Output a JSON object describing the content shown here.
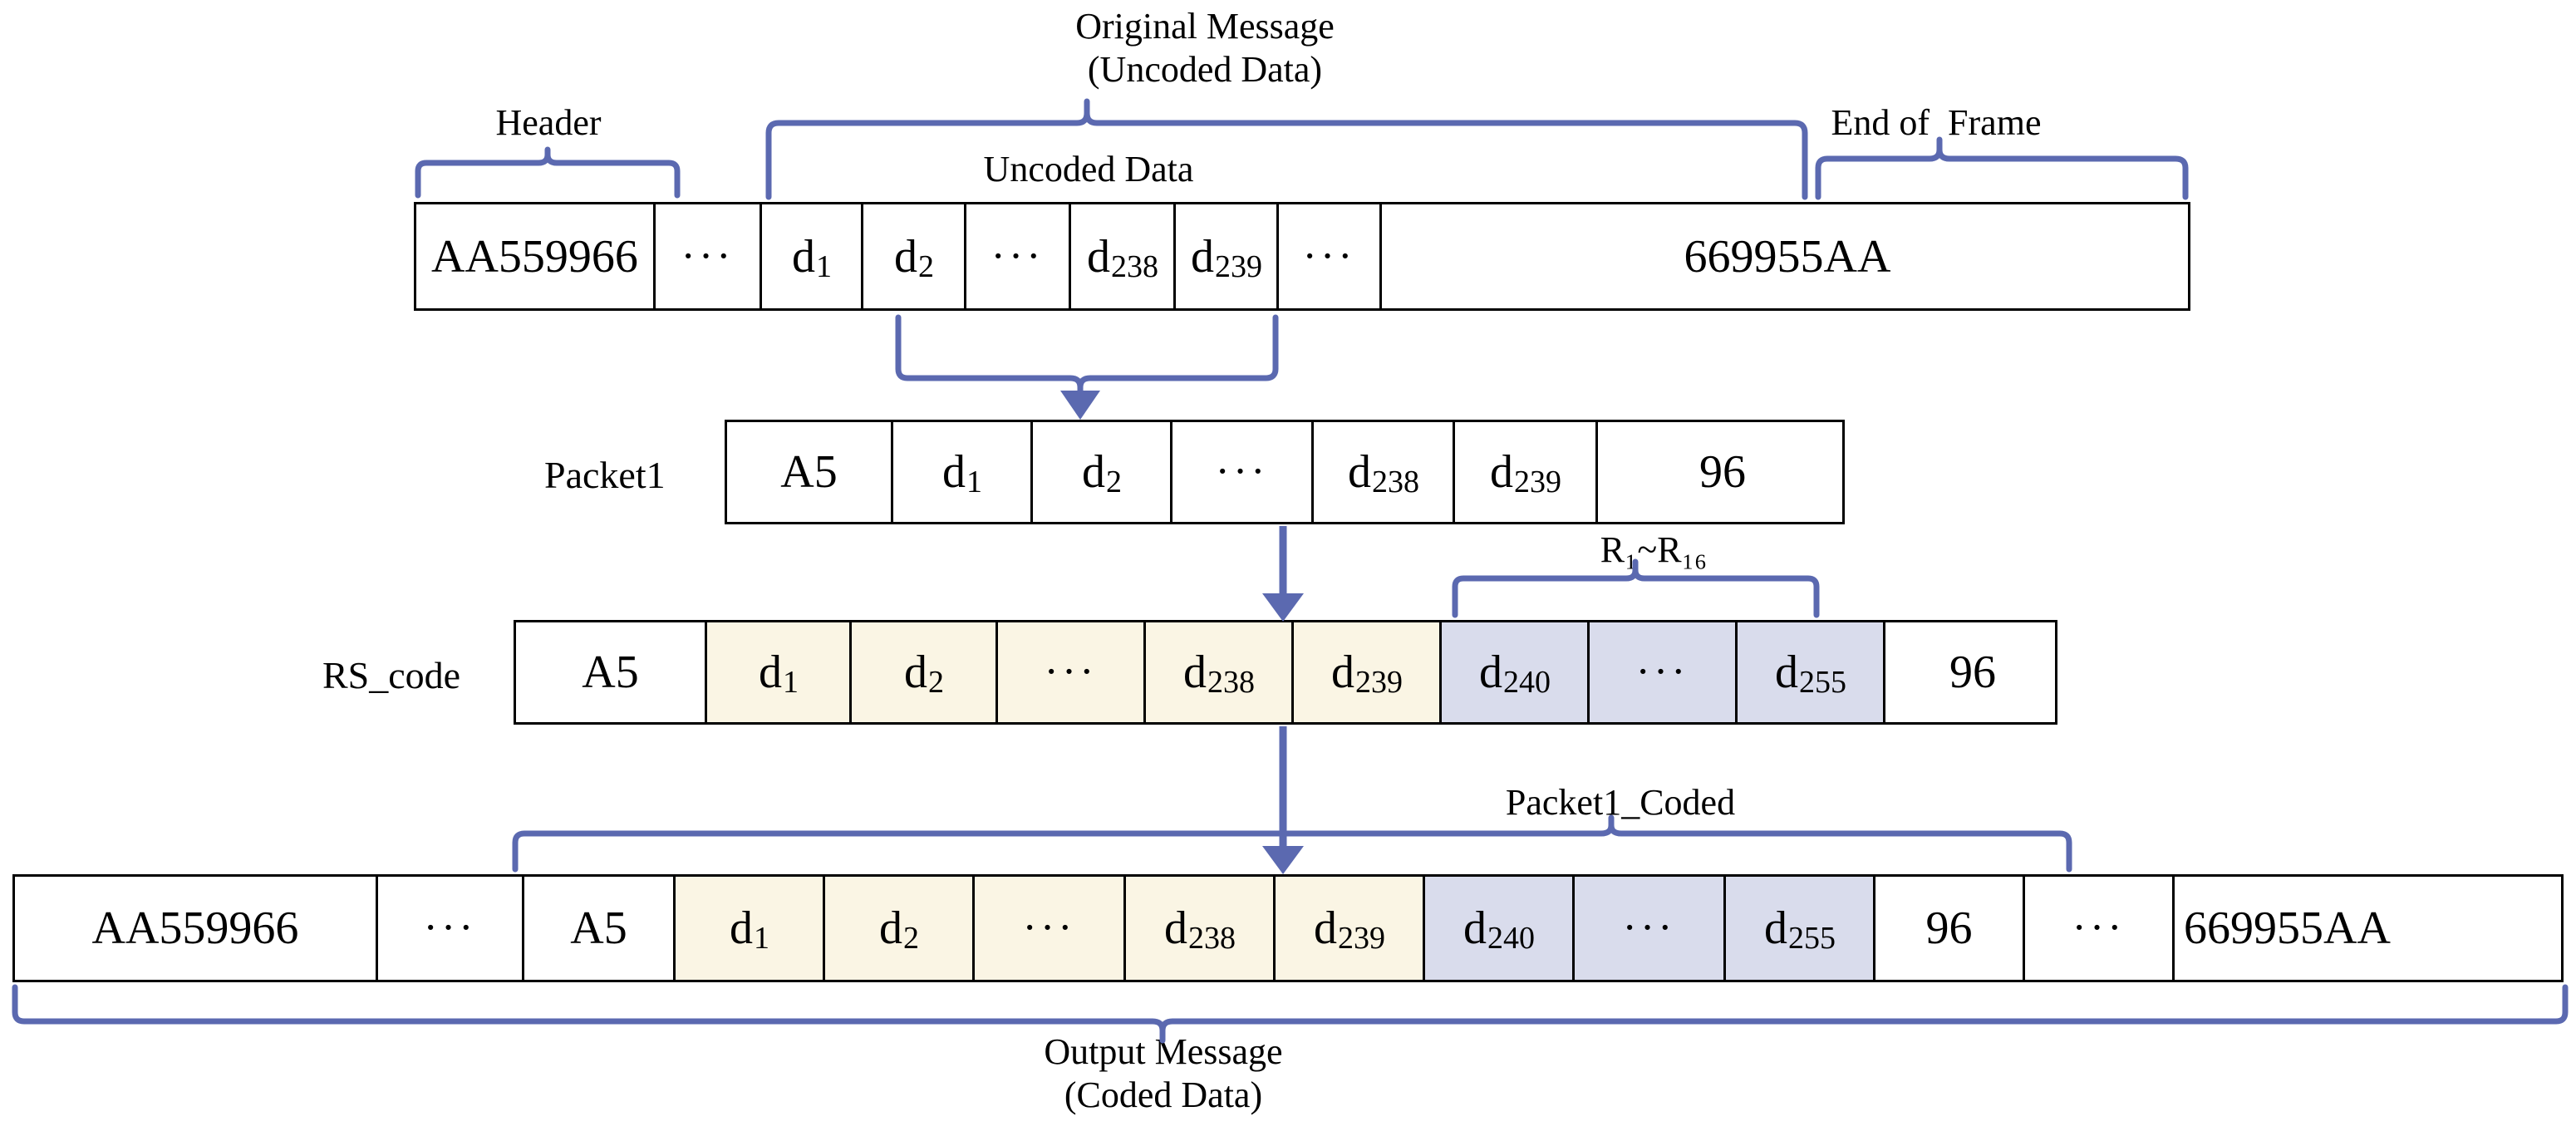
{
  "diagram": {
    "title_top": "Original Message\n(Uncoded Data)",
    "title_bottom": "Output Message\n(Coded Data)",
    "label_header": "Header",
    "label_end_of_frame": "End of  Frame",
    "label_uncoded_data": "Uncoded Data",
    "label_packet1_coded": "Packet1_Coded",
    "label_parity_range": "R₁~R₁₆",
    "row_label_packet1": "Packet1",
    "row_label_rs_code": "RS_code",
    "colors": {
      "brace": "#5b69b0",
      "data_fill": "#faf5e4",
      "parity_fill": "#d9dcec",
      "border": "#000000",
      "background": "#ffffff"
    },
    "rows": {
      "frame": {
        "name": "uncoded-frame-row",
        "cells": [
          {
            "text": "AA559966",
            "fill": "none"
          },
          {
            "text": "···",
            "fill": "none"
          },
          {
            "text": "d",
            "sub": "1",
            "fill": "none"
          },
          {
            "text": "d",
            "sub": "2",
            "fill": "none"
          },
          {
            "text": "···",
            "fill": "none"
          },
          {
            "text": "d",
            "sub": "238",
            "fill": "none"
          },
          {
            "text": "d",
            "sub": "239",
            "fill": "none"
          },
          {
            "text": "···",
            "fill": "none"
          },
          {
            "text": "669955AA",
            "fill": "none"
          }
        ]
      },
      "packet1": {
        "name": "packet1-row",
        "cells": [
          {
            "text": "A5",
            "fill": "none"
          },
          {
            "text": "d",
            "sub": "1",
            "fill": "none"
          },
          {
            "text": "d",
            "sub": "2",
            "fill": "none"
          },
          {
            "text": "···",
            "fill": "none"
          },
          {
            "text": "d",
            "sub": "238",
            "fill": "none"
          },
          {
            "text": "d",
            "sub": "239",
            "fill": "none"
          },
          {
            "text": "96",
            "fill": "none"
          }
        ]
      },
      "rs_code": {
        "name": "rs-code-row",
        "cells": [
          {
            "text": "A5",
            "fill": "none"
          },
          {
            "text": "d",
            "sub": "1",
            "fill": "cream"
          },
          {
            "text": "d",
            "sub": "2",
            "fill": "cream"
          },
          {
            "text": "···",
            "fill": "cream"
          },
          {
            "text": "d",
            "sub": "238",
            "fill": "cream"
          },
          {
            "text": "d",
            "sub": "239",
            "fill": "cream"
          },
          {
            "text": "d",
            "sub": "240",
            "fill": "lav"
          },
          {
            "text": "···",
            "fill": "lav"
          },
          {
            "text": "d",
            "sub": "255",
            "fill": "lav"
          },
          {
            "text": "96",
            "fill": "none"
          }
        ]
      },
      "output": {
        "name": "output-frame-row",
        "cells": [
          {
            "text": "AA559966",
            "fill": "none"
          },
          {
            "text": "···",
            "fill": "none"
          },
          {
            "text": "A5",
            "fill": "none"
          },
          {
            "text": "d",
            "sub": "1",
            "fill": "cream"
          },
          {
            "text": "d",
            "sub": "2",
            "fill": "cream"
          },
          {
            "text": "···",
            "fill": "cream"
          },
          {
            "text": "d",
            "sub": "238",
            "fill": "cream"
          },
          {
            "text": "d",
            "sub": "239",
            "fill": "cream"
          },
          {
            "text": "d",
            "sub": "240",
            "fill": "lav"
          },
          {
            "text": "···",
            "fill": "lav"
          },
          {
            "text": "d",
            "sub": "255",
            "fill": "lav"
          },
          {
            "text": "96",
            "fill": "none"
          },
          {
            "text": "···",
            "fill": "none"
          },
          {
            "text": "669955AA",
            "fill": "none"
          }
        ]
      }
    }
  }
}
